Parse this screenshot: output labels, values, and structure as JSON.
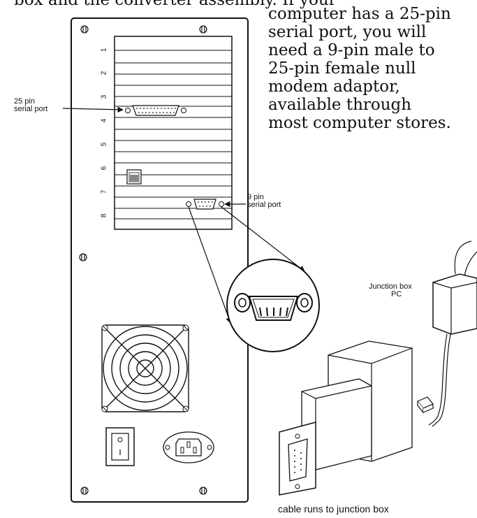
{
  "intro_cut": "box and the converter assembly. If your",
  "paragraph_lines": [
    "computer has a 25-pin",
    "serial port, you will",
    "need a 9-pin male to",
    "25-pin female null",
    "modem adaptor,",
    "available through",
    "most computer stores."
  ],
  "labels": {
    "port25_line1": "25 pin",
    "port25_line2": "serial port",
    "port9_line1": "9 pin",
    "port9_line2": "serial port",
    "junction_line1": "Junction box",
    "junction_line2": "PC",
    "cable_caption": "cable runs to junction box"
  },
  "slot_numbers": [
    "1",
    "2",
    "3",
    "4",
    "5",
    "6",
    "7",
    "8"
  ]
}
